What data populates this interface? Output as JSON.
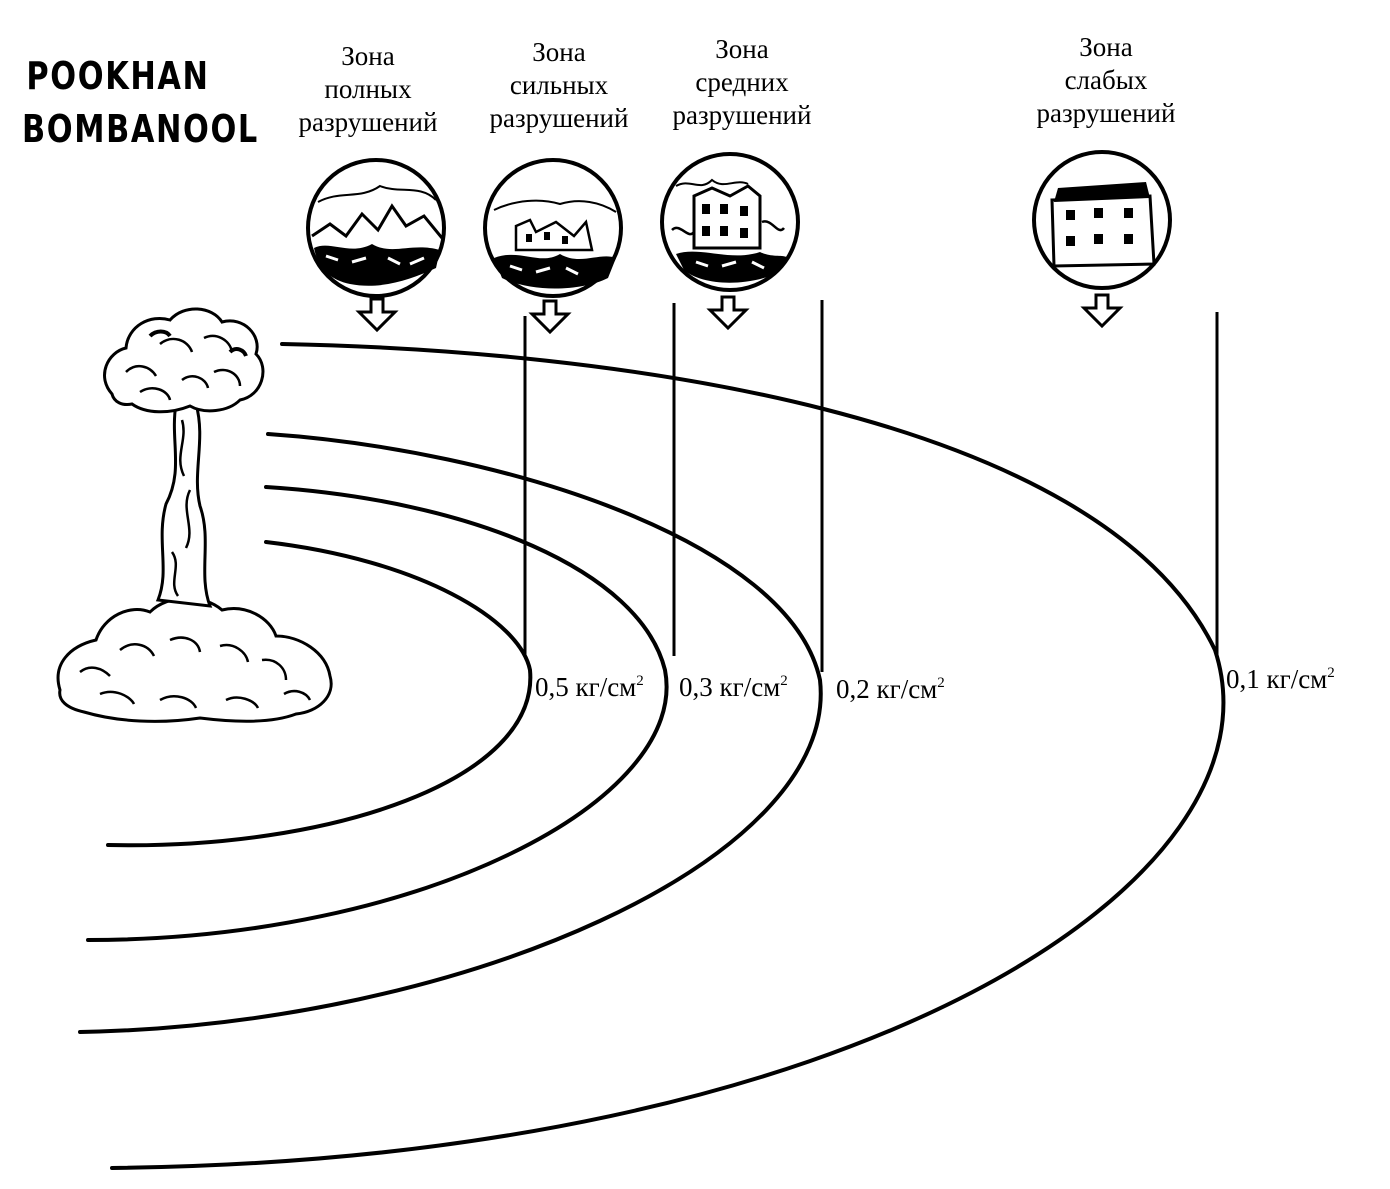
{
  "title": {
    "line1": "POOKHAN",
    "line2": "BOMBANOOL"
  },
  "zones": [
    {
      "lines": [
        "Зона",
        "полных",
        "разрушений"
      ]
    },
    {
      "lines": [
        "Зона",
        "сильных",
        "разрушений"
      ]
    },
    {
      "lines": [
        "Зона",
        "средних",
        "разрушений"
      ]
    },
    {
      "lines": [
        "Зона",
        "слабых",
        "разрушений"
      ]
    }
  ],
  "pressures": [
    {
      "value": "0,5 кг/см",
      "sup": "2"
    },
    {
      "value": "0,3 кг/см",
      "sup": "2"
    },
    {
      "value": "0,2 кг/см",
      "sup": "2"
    },
    {
      "value": "0,1 кг/см",
      "sup": "2"
    }
  ],
  "icons": [
    "mushroom-cloud-icon",
    "rubble-icon",
    "ruined-building-icon",
    "damaged-building-icon",
    "intact-building-icon",
    "down-arrow-icon"
  ]
}
